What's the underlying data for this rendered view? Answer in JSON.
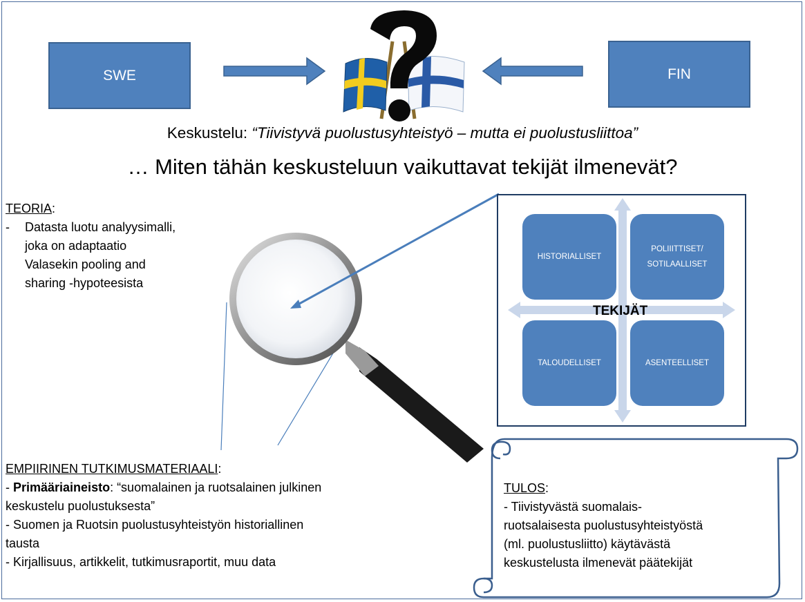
{
  "header": {
    "left_box": "SWE",
    "right_box": "FIN",
    "flags_icon": "swedish-finnish-flags-question-mark"
  },
  "discussion": {
    "prefix": "Keskustelu: ",
    "quote": "“Tiivistyvä puolustusyhteistyö – mutta ei puolustusliittoa”",
    "question": "… Miten tähän keskusteluun vaikuttavat tekijät ilmenevät?"
  },
  "theory": {
    "heading": "TEORIA",
    "colon": ":",
    "dash": "-",
    "lines": [
      "Datasta luotu analyysimalli,",
      "joka on adaptaatio",
      "Valasekin pooling and",
      "sharing -hypoteesista"
    ]
  },
  "factors": {
    "center": "TEKIJÄT",
    "top_left": "HISTORIALLISET",
    "top_right_line1": "POLIIITTISET/",
    "top_right_line2": "SOTILAALLISET",
    "bottom_left": "TALOUDELLISET",
    "bottom_right": "ASENTEELLISET"
  },
  "empirical": {
    "heading": "EMPIIRINEN TUTKIMUSMATERIAALI",
    "colon": ":",
    "item1_bold": "Primääriaineisto",
    "item1_rest": ": “suomalainen ja ruotsalainen julkinen",
    "item1_cont": "keskustelu puolustuksesta”",
    "item2": "- Suomen ja Ruotsin puolustusyhteistyön historiallinen",
    "item2_cont": "tausta",
    "item3": "- Kirjallisuus, artikkelit, tutkimusraportit, muu data",
    "dash": "- "
  },
  "result": {
    "heading": "TULOS",
    "colon": ":",
    "lines": [
      "- Tiivistyvästä suomalais-",
      "ruotsalaisesta puolustusyhteistyöstä",
      "(ml. puolustusliitto) käytävästä",
      "keskustelusta ilmenevät päätekijät"
    ]
  },
  "colors": {
    "box_fill": "#4f81bd",
    "box_border": "#3a6291",
    "arrow_light": "#c9d6ea",
    "frame": "#4a6a9b",
    "line_blue": "#4a7ebb"
  }
}
